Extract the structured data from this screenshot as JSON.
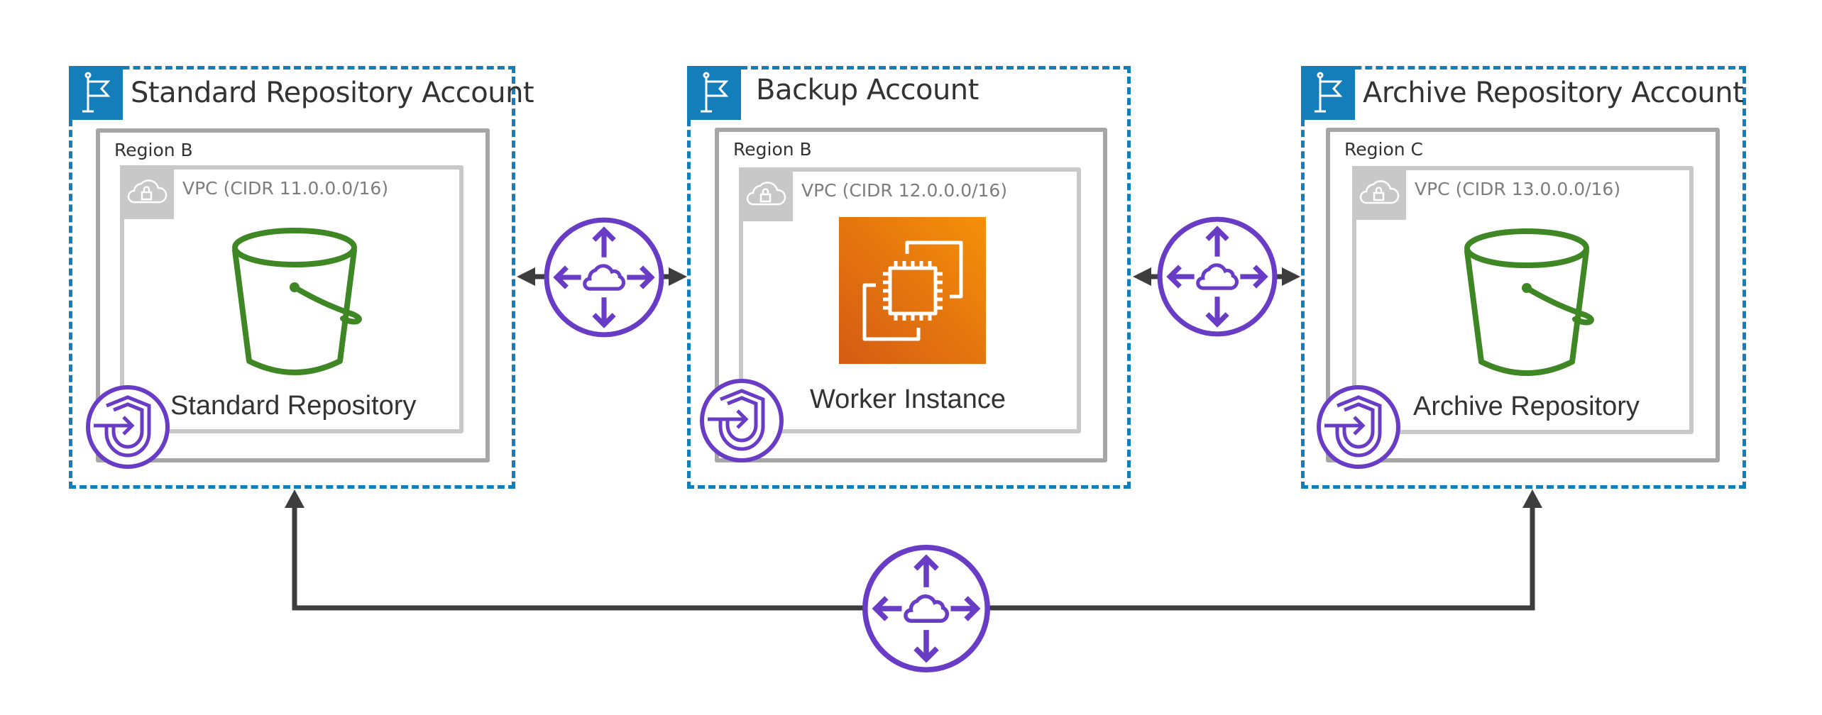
{
  "diagram": {
    "accounts": [
      {
        "title": "Standard Repository Account",
        "region": "Region B",
        "vpc": "VPC (CIDR 11.0.0.0/16)",
        "resource_label": "Standard Repository",
        "resource_icon": "s3-bucket-icon"
      },
      {
        "title": "Backup Account",
        "region": "Region B",
        "vpc": "VPC (CIDR 12.0.0.0/16)",
        "resource_label": "Worker Instance",
        "resource_icon": "ec2-instance-icon"
      },
      {
        "title": "Archive Repository Account",
        "region": "Region C",
        "vpc": "VPC (CIDR 13.0.0.0/16)",
        "resource_label": "Archive Repository",
        "resource_icon": "s3-bucket-icon"
      }
    ],
    "connections": [
      {
        "from": "Backup Account",
        "to": "Standard Repository Account",
        "via": "vpc-peering-icon",
        "direction": "bidirectional"
      },
      {
        "from": "Backup Account",
        "to": "Archive Repository Account",
        "via": "vpc-peering-icon",
        "direction": "bidirectional"
      },
      {
        "from": "Standard Repository Account",
        "to": "Archive Repository Account",
        "via": "vpc-peering-icon",
        "direction": "bidirectional"
      }
    ],
    "icons": {
      "account": "flag-icon",
      "vpc": "cloud-lock-icon",
      "endpoint": "vpc-endpoint-shield-icon",
      "peering": "vpc-peering-icon"
    },
    "colors": {
      "account_border": "#147EBA",
      "region_border": "#A6A6A6",
      "vpc_border": "#C8C8C8",
      "peering": "#693CC5",
      "s3": "#3F8624",
      "ec2_start": "#D45B14",
      "ec2_end": "#F59009",
      "connector": "#3D3D3D"
    }
  }
}
